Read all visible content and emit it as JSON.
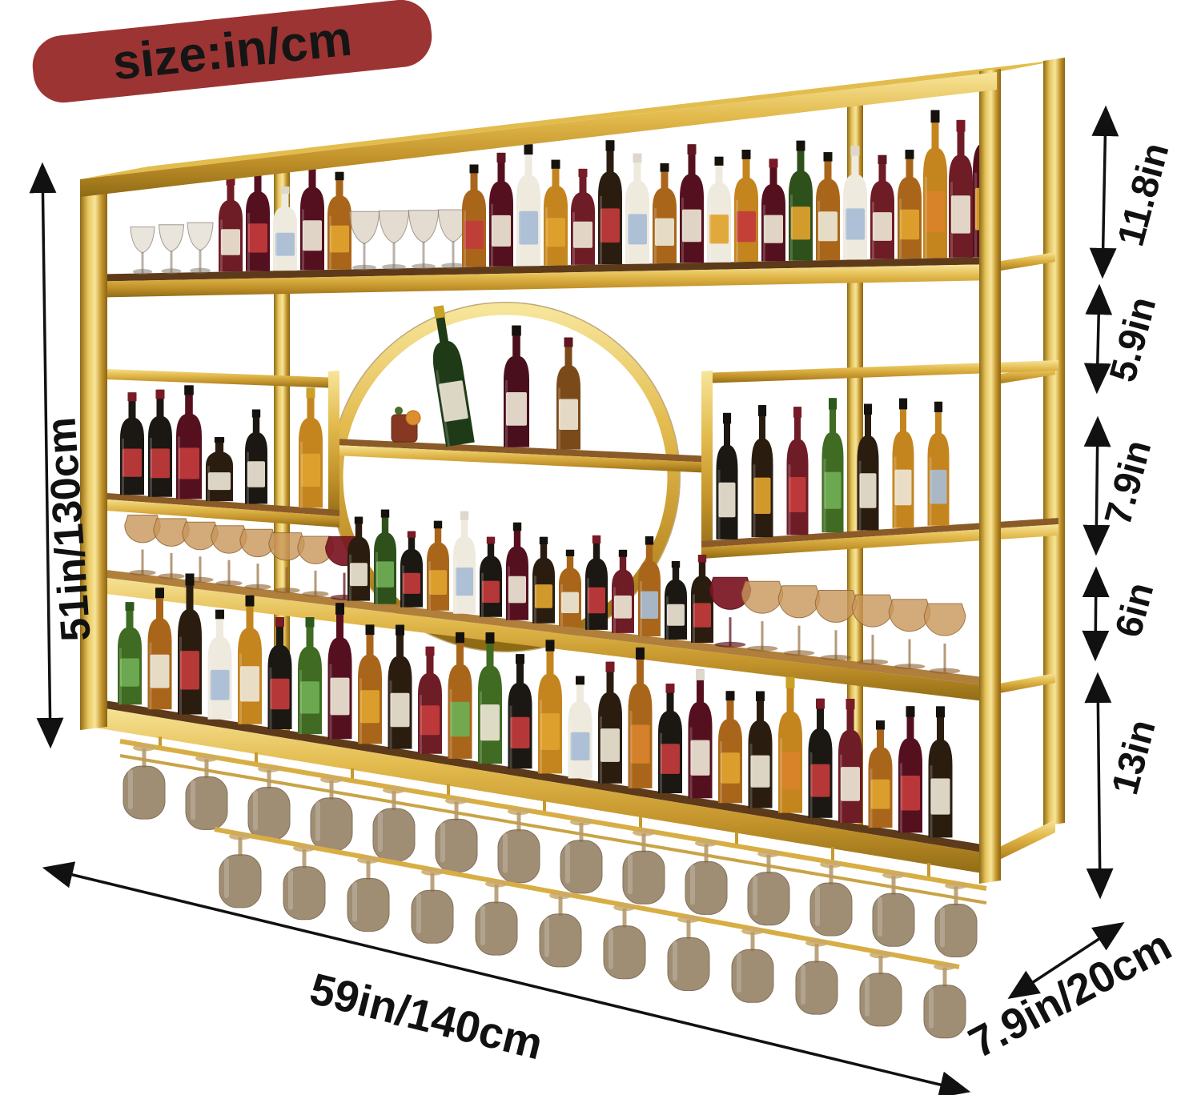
{
  "banner": {
    "text": "size:in/cm",
    "bg_color": "#9c3434",
    "text_color": "#151515"
  },
  "dimensions": {
    "height": {
      "label": "51in/130cm"
    },
    "width": {
      "label": "59in/140cm"
    },
    "depth": {
      "label": "7.9in/20cm"
    },
    "right_side_gaps": [
      {
        "label": "11.8in"
      },
      {
        "label": "5.9in"
      },
      {
        "label": "7.9in"
      },
      {
        "label": "6in"
      },
      {
        "label": "13in"
      }
    ]
  },
  "colors": {
    "frame_gold": "#d2a62f",
    "wood_deck": "#7a4a22",
    "banner_red": "#9c3434",
    "arrow_black": "#111111",
    "background": "#ffffff"
  }
}
